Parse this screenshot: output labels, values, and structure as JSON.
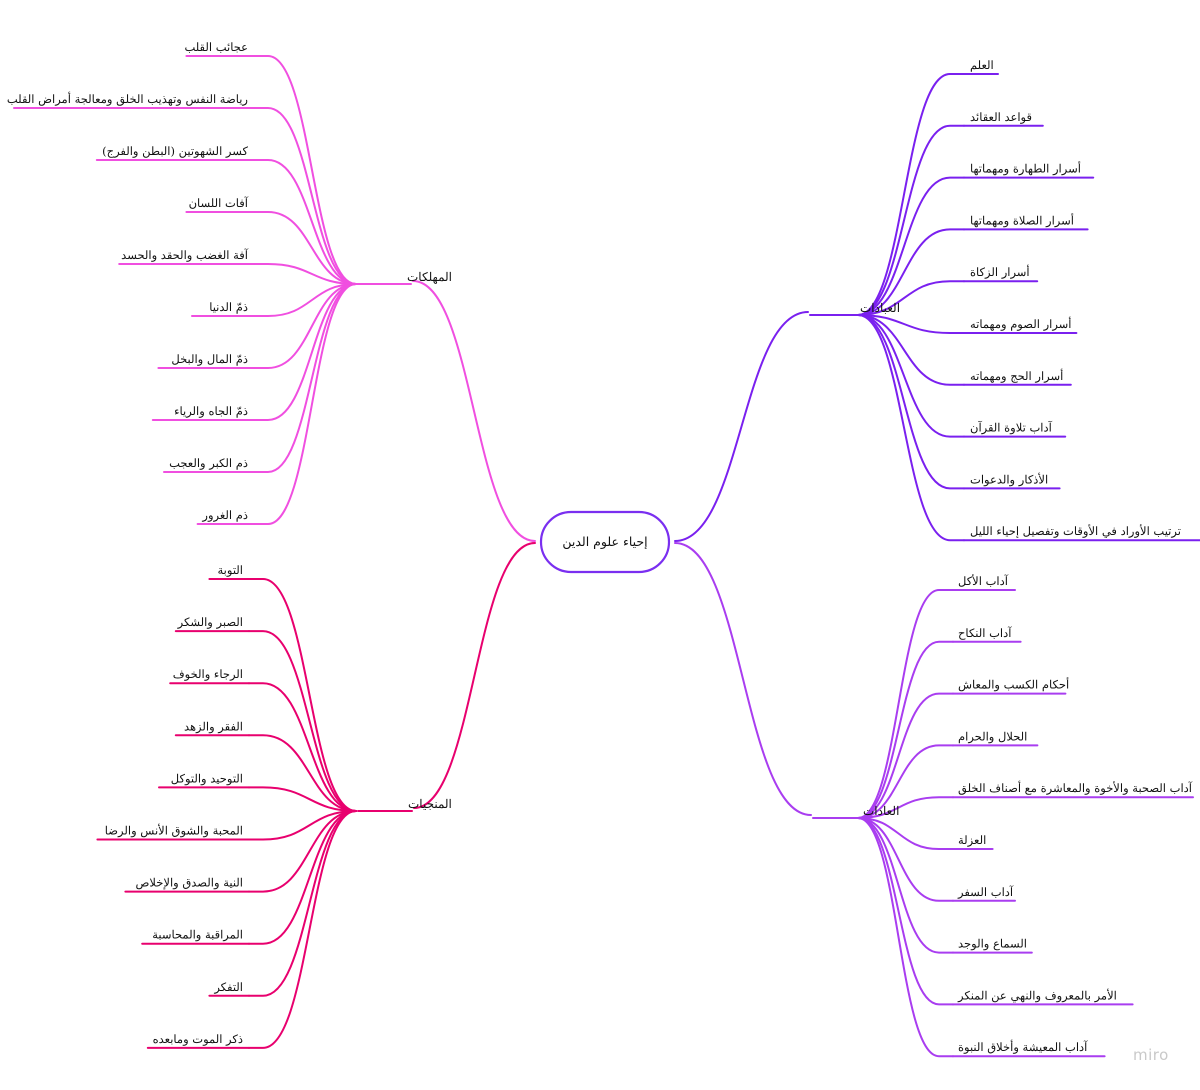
{
  "center": {
    "label": "إحياء علوم الدين",
    "color": "#7a2ff0"
  },
  "branches": [
    {
      "id": "muhlikat",
      "label": "المهلكات",
      "color": "#f04fe0",
      "items": [
        "عجائب القلب",
        "رياضة النفس وتهذيب الخلق ومعالجة أمراض القلب",
        "كسر الشهوتين (البطن والفرج)",
        "آفات اللسان",
        "آفة الغضب والحقد والحسد",
        "ذمّ الدنيا",
        "ذمّ المال والبخل",
        "ذمّ الجاه والرياء",
        "ذم الكبر والعجب",
        "ذم الغرور"
      ]
    },
    {
      "id": "munjiyat",
      "label": "المنجيات",
      "color": "#e8006e",
      "items": [
        "التوبة",
        "الصبر والشكر",
        "الرجاء والخوف",
        "الفقر والزهد",
        "التوحيد والتوكل",
        "المحبة والشوق الأنس والرضا",
        "النية والصدق والإخلاص",
        "المراقبة والمحاسبة",
        "التفكر",
        "ذكر الموت ومابعده"
      ]
    },
    {
      "id": "ibadat",
      "label": "العبادات",
      "color": "#7a20ef",
      "items": [
        "العلم",
        "قواعد العقائد",
        "أسرار الطهارة ومهماتها",
        "أسرار الصلاة ومهماتها",
        "أسرار الزكاة",
        "أسرار الصوم ومهماته",
        "أسرار الحج ومهماته",
        "آداب تلاوة القرآن",
        "الأذكار والدعوات",
        "ترتيب الأوراد في الأوقات وتفصيل إحياء الليل"
      ]
    },
    {
      "id": "adat",
      "label": "العادات",
      "color": "#a93df0",
      "items": [
        "آداب الأكل",
        "آداب النكاح",
        "أحكام الكسب والمعاش",
        "الحلال والحرام",
        "آداب الصحبة والأخوة والمعاشرة مع أصناف الخلق",
        "العزلة",
        "آداب السفر",
        "السماع والوجد",
        "الأمر بالمعروف والنهي عن المنكر",
        "آداب المعيشة وأخلاق النبوة"
      ]
    }
  ],
  "watermark": "miro"
}
